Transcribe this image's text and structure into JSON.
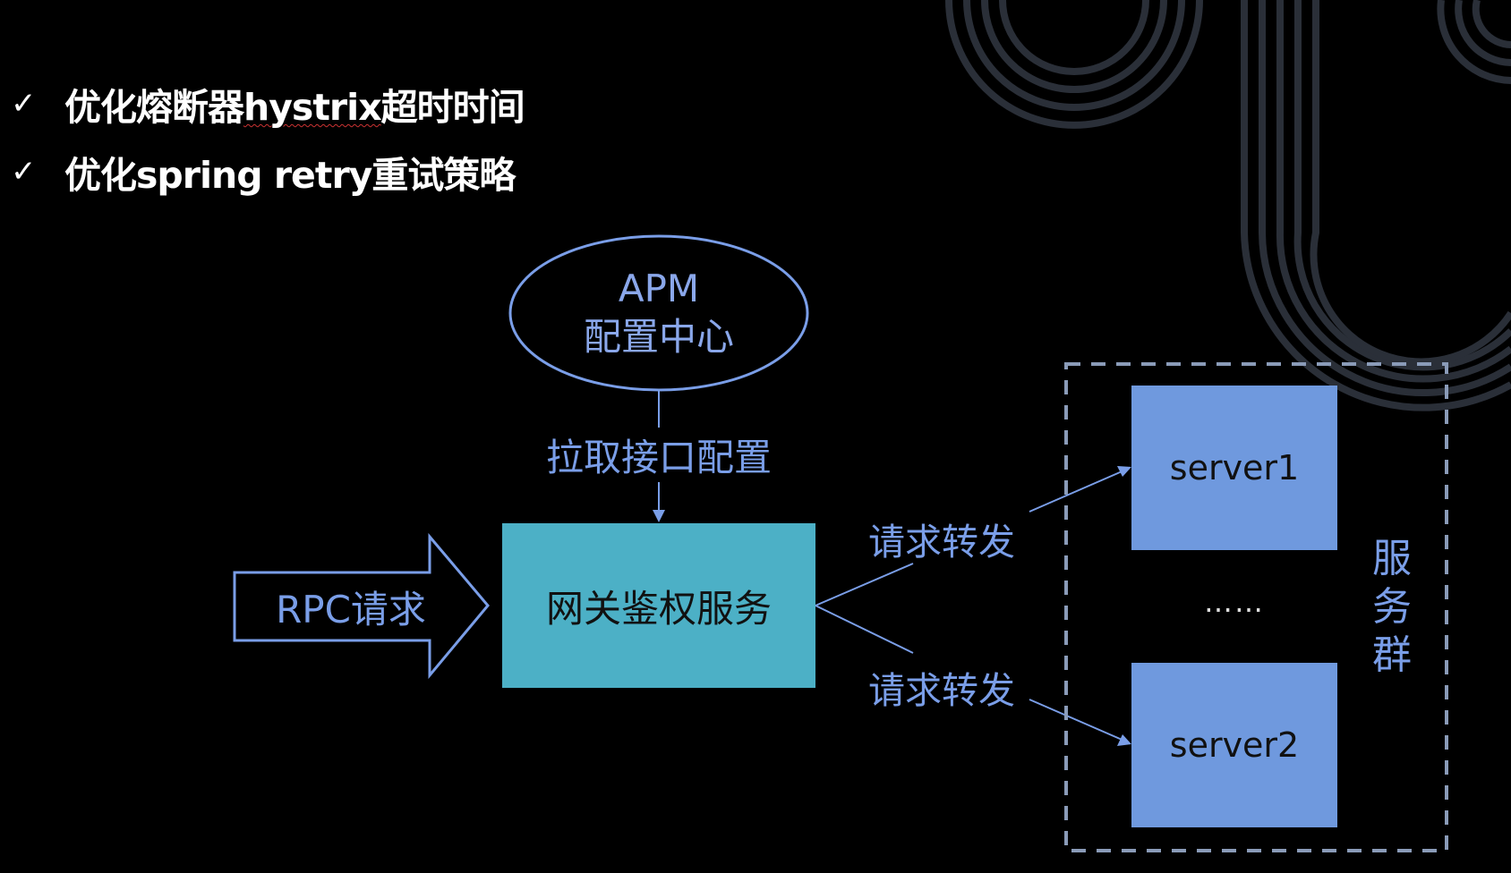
{
  "bullets": [
    {
      "check": "✓",
      "text_prefix": "优化熔断器",
      "text_underlined": "hystrix",
      "text_suffix": "超时时间"
    },
    {
      "check": "✓",
      "text": "优化spring retry重试策略"
    }
  ],
  "diagram": {
    "config_center": {
      "line1": "APM",
      "line2": "配置中心"
    },
    "pull_config_label": "拉取接口配置",
    "rpc_request": "RPC请求",
    "gateway": "网关鉴权服务",
    "forward_label_top": "请求转发",
    "forward_label_bottom": "请求转发",
    "servers": [
      "server1",
      "server2"
    ],
    "ellipsis": "……",
    "cluster_label": [
      "服",
      "务",
      "群"
    ]
  },
  "colors": {
    "background": "#000000",
    "diagram_blue": "#7a9ee8",
    "gateway_fill": "#4cb0c6",
    "server_fill": "#6f99de",
    "decor_arcs": "#2a2f38"
  }
}
